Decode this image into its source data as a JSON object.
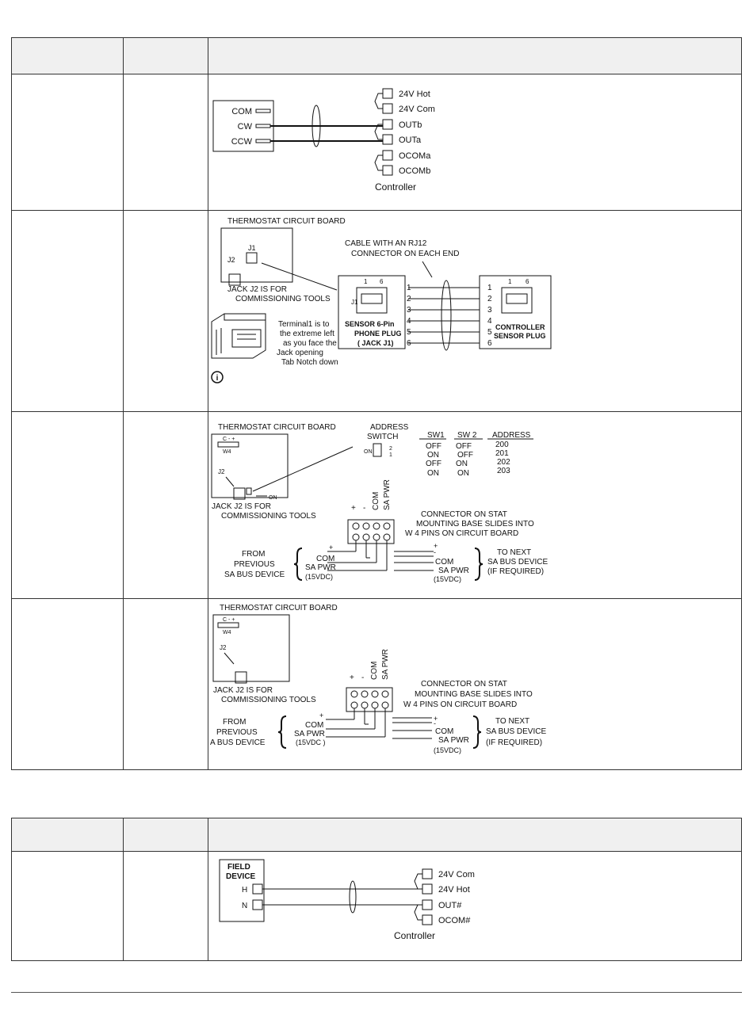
{
  "table1": {
    "rows": [
      {
        "motor": {
          "com": "COM",
          "cw": "CW",
          "ccw": "CCW"
        },
        "terminals": [
          "24V Hot",
          "24V Com",
          "OUTb",
          "OUTa",
          "OCOMa",
          "OCOMb"
        ],
        "controller_label": "Controller"
      },
      {
        "board_title": "THERMOSTAT CIRCUIT BOARD",
        "j1": "J1",
        "j2": "J2",
        "j1_side": "J1",
        "jack_note_1": "JACK J2 IS FOR",
        "jack_note_2": "COMMISSIONING TOOLS",
        "cable_1": "CABLE WITH AN RJ12",
        "cable_2": "CONNECTOR ON EACH END",
        "pin_numbers_top": [
          "1",
          "6"
        ],
        "pins": [
          "1",
          "2",
          "3",
          "4",
          "5",
          "6"
        ],
        "sensor_1": "SENSOR 6-Pin",
        "sensor_2": "PHONE PLUG",
        "sensor_3": "( JACK J1)",
        "controller_1": "CONTROLLER",
        "controller_2": "SENSOR PLUG",
        "terminal_note": [
          "Terminal1 is to",
          "the extreme left",
          "as you face the",
          "Jack opening",
          "Tab Notch down"
        ],
        "info_icon": "info-icon"
      },
      {
        "board_title": "THERMOSTAT CIRCUIT BOARD",
        "w4_pins": "C - +",
        "w4": "W4",
        "j2": "J2",
        "on": "ON",
        "address_switch_1": "ADDRESS",
        "address_switch_2": "SWITCH",
        "switch_on": "ON",
        "switch_nums": [
          "2",
          "1"
        ],
        "addr_headers": [
          "SW1",
          "SW 2",
          "ADDRESS"
        ],
        "addr_rows": [
          [
            "OFF",
            "OFF",
            "200"
          ],
          [
            "ON",
            "OFF",
            "201"
          ],
          [
            "OFF",
            "ON",
            "202"
          ],
          [
            "ON",
            "ON",
            "203"
          ]
        ],
        "jack_note_1": "JACK J2  IS FOR",
        "jack_note_2": "COMMISSIONING TOOLS",
        "vert_labels": [
          "+",
          "-",
          "COM",
          "SA PWR"
        ],
        "connector_1": "CONNECTOR ON STAT",
        "connector_2": "MOUNTING BASE  SLIDES INTO",
        "connector_3": "W 4     PINS ON CIRCUIT BOARD",
        "from_1": "FROM",
        "from_2": "PREVIOUS",
        "from_3": "SA BUS DEVICE",
        "left_wires": [
          "+",
          "COM",
          "SA PWR",
          "(15VDC)"
        ],
        "right_wires": [
          "+",
          "-",
          "COM",
          "SA PWR",
          "(15VDC)"
        ],
        "to_1": "TO NEXT",
        "to_2": "SA BUS DEVICE",
        "to_3": "(IF REQUIRED)"
      },
      {
        "board_title": "THERMOSTAT CIRCUIT BOARD",
        "w4_pins": "C - +",
        "w4": "W4",
        "j2": "J2",
        "jack_note_1": "JACK J2  IS FOR",
        "jack_note_2": "COMMISSIONING TOOLS",
        "vert_labels": [
          "+",
          "-",
          "COM",
          "SA PWR"
        ],
        "connector_1": "CONNECTOR ON STAT",
        "connector_2": "MOUNTING BASE  SLIDES INTO",
        "connector_3": "W 4     PINS ON CIRCUIT BOARD",
        "from_1": "FROM",
        "from_2": "PREVIOUS",
        "from_3": "A BUS DEVICE",
        "left_wires": [
          "+",
          "COM",
          "SA PWR",
          "(15VDC )"
        ],
        "right_wires": [
          "+",
          "-",
          "COM",
          "SA PWR",
          "(15VDC)"
        ],
        "to_1": "TO NEXT",
        "to_2": "SA BUS DEVICE",
        "to_3": "(IF REQUIRED)"
      }
    ]
  },
  "table2": {
    "rows": [
      {
        "field_1": "FIELD",
        "field_2": "DEVICE",
        "h": "H",
        "n": "N",
        "terminals": [
          "24V Com",
          "24V Hot",
          "OUT#",
          "OCOM#"
        ],
        "controller_label": "Controller"
      }
    ]
  }
}
